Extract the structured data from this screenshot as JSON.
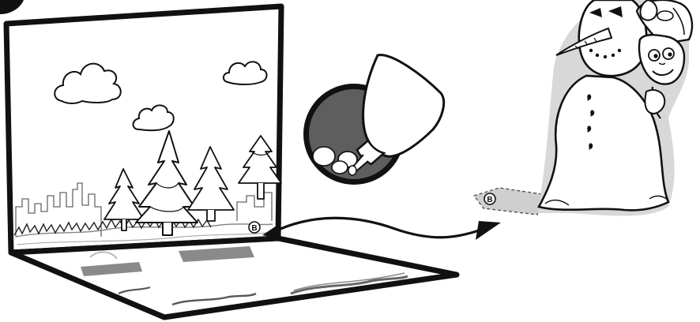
{
  "markers": {
    "scene_label": "B",
    "cutout_label": "B"
  },
  "colors": {
    "ink": "#111111",
    "paper": "#ffffff",
    "glue_patch": "#8a8a8a",
    "glue_circle": "#5e5e5e",
    "shadow": "#cfcfcf"
  },
  "icons": {
    "step_badge": "step-number-badge",
    "glue": "glue-bottle-icon",
    "arrow": "curved-placement-arrow"
  }
}
